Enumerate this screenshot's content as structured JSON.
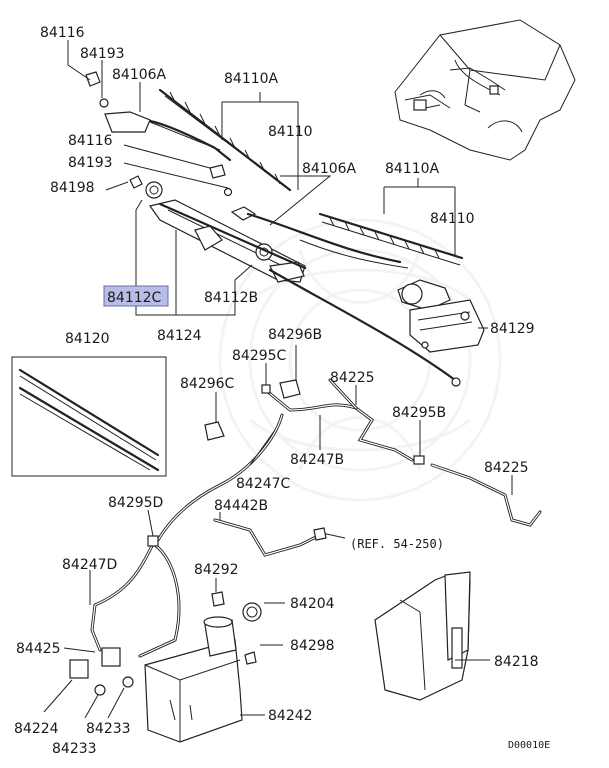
{
  "labels": {
    "l_84116_top": "84116",
    "l_84193_top": "84193",
    "l_84106A_left": "84106A",
    "l_84110A_left": "84110A",
    "l_84110_left": "84110",
    "l_84116_mid": "84116",
    "l_84193_mid": "84193",
    "l_84198": "84198",
    "l_84106A_right": "84106A",
    "l_84110A_right": "84110A",
    "l_84110_right": "84110",
    "l_84112C": "84112C",
    "l_84112B": "84112B",
    "l_84124": "84124",
    "l_84129": "84129",
    "l_84120": "84120",
    "l_84296B": "84296B",
    "l_84295C": "84295C",
    "l_84296C": "84296C",
    "l_84225_top": "84225",
    "l_84295B": "84295B",
    "l_84247B": "84247B",
    "l_84247C": "84247C",
    "l_84225_right": "84225",
    "l_84295D": "84295D",
    "l_84442B": "84442B",
    "l_ref": "(REF. 54-250)",
    "l_84247D": "84247D",
    "l_84292": "84292",
    "l_84204": "84204",
    "l_84425": "84425",
    "l_84298": "84298",
    "l_84218": "84218",
    "l_84242": "84242",
    "l_84224": "84224",
    "l_84233_right": "84233",
    "l_84233_bottom": "84233",
    "l_code": "D00010E"
  },
  "highlight": {
    "part": "84112C",
    "color": "#b8bde8"
  }
}
